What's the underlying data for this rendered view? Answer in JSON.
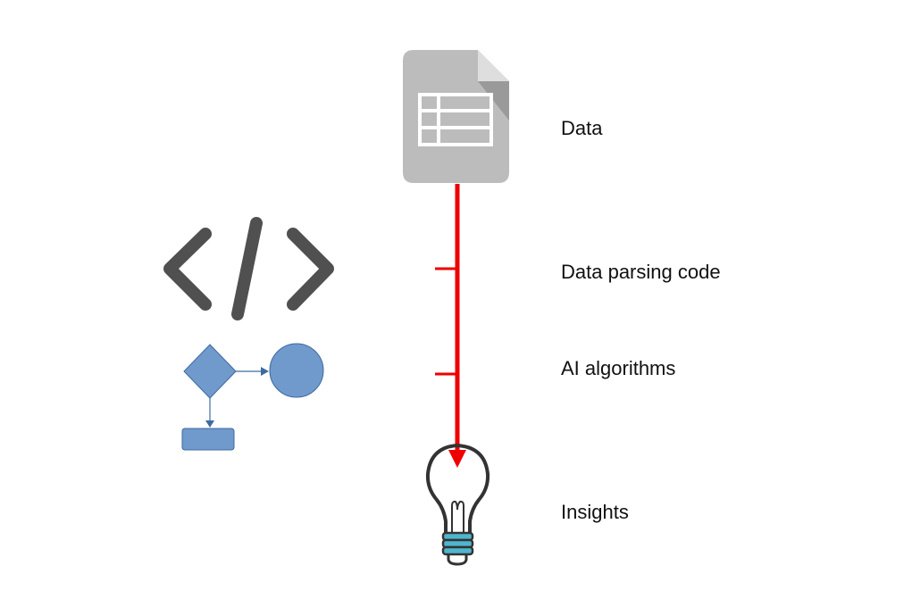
{
  "steps": [
    {
      "id": "data",
      "label": "Data",
      "icon": "spreadsheet-document-icon"
    },
    {
      "id": "parsing",
      "label": "Data parsing code",
      "icon": "tick-marker"
    },
    {
      "id": "ai",
      "label": "AI algorithms",
      "icon": "tick-marker"
    },
    {
      "id": "insights",
      "label": "Insights",
      "icon": "lightbulb-icon"
    }
  ],
  "side_icons": [
    "code-brackets-icon",
    "flowchart-icon"
  ],
  "colors": {
    "flow_line": "#ee0000",
    "document": "#bcbcbc",
    "document_fold": "#9a9a9a",
    "code_icon": "#505050",
    "flowchart_fill": "#7099cc",
    "flowchart_stroke": "#3f6aa0",
    "bulb_outline": "#333333",
    "bulb_base": "#4fb6cf"
  }
}
